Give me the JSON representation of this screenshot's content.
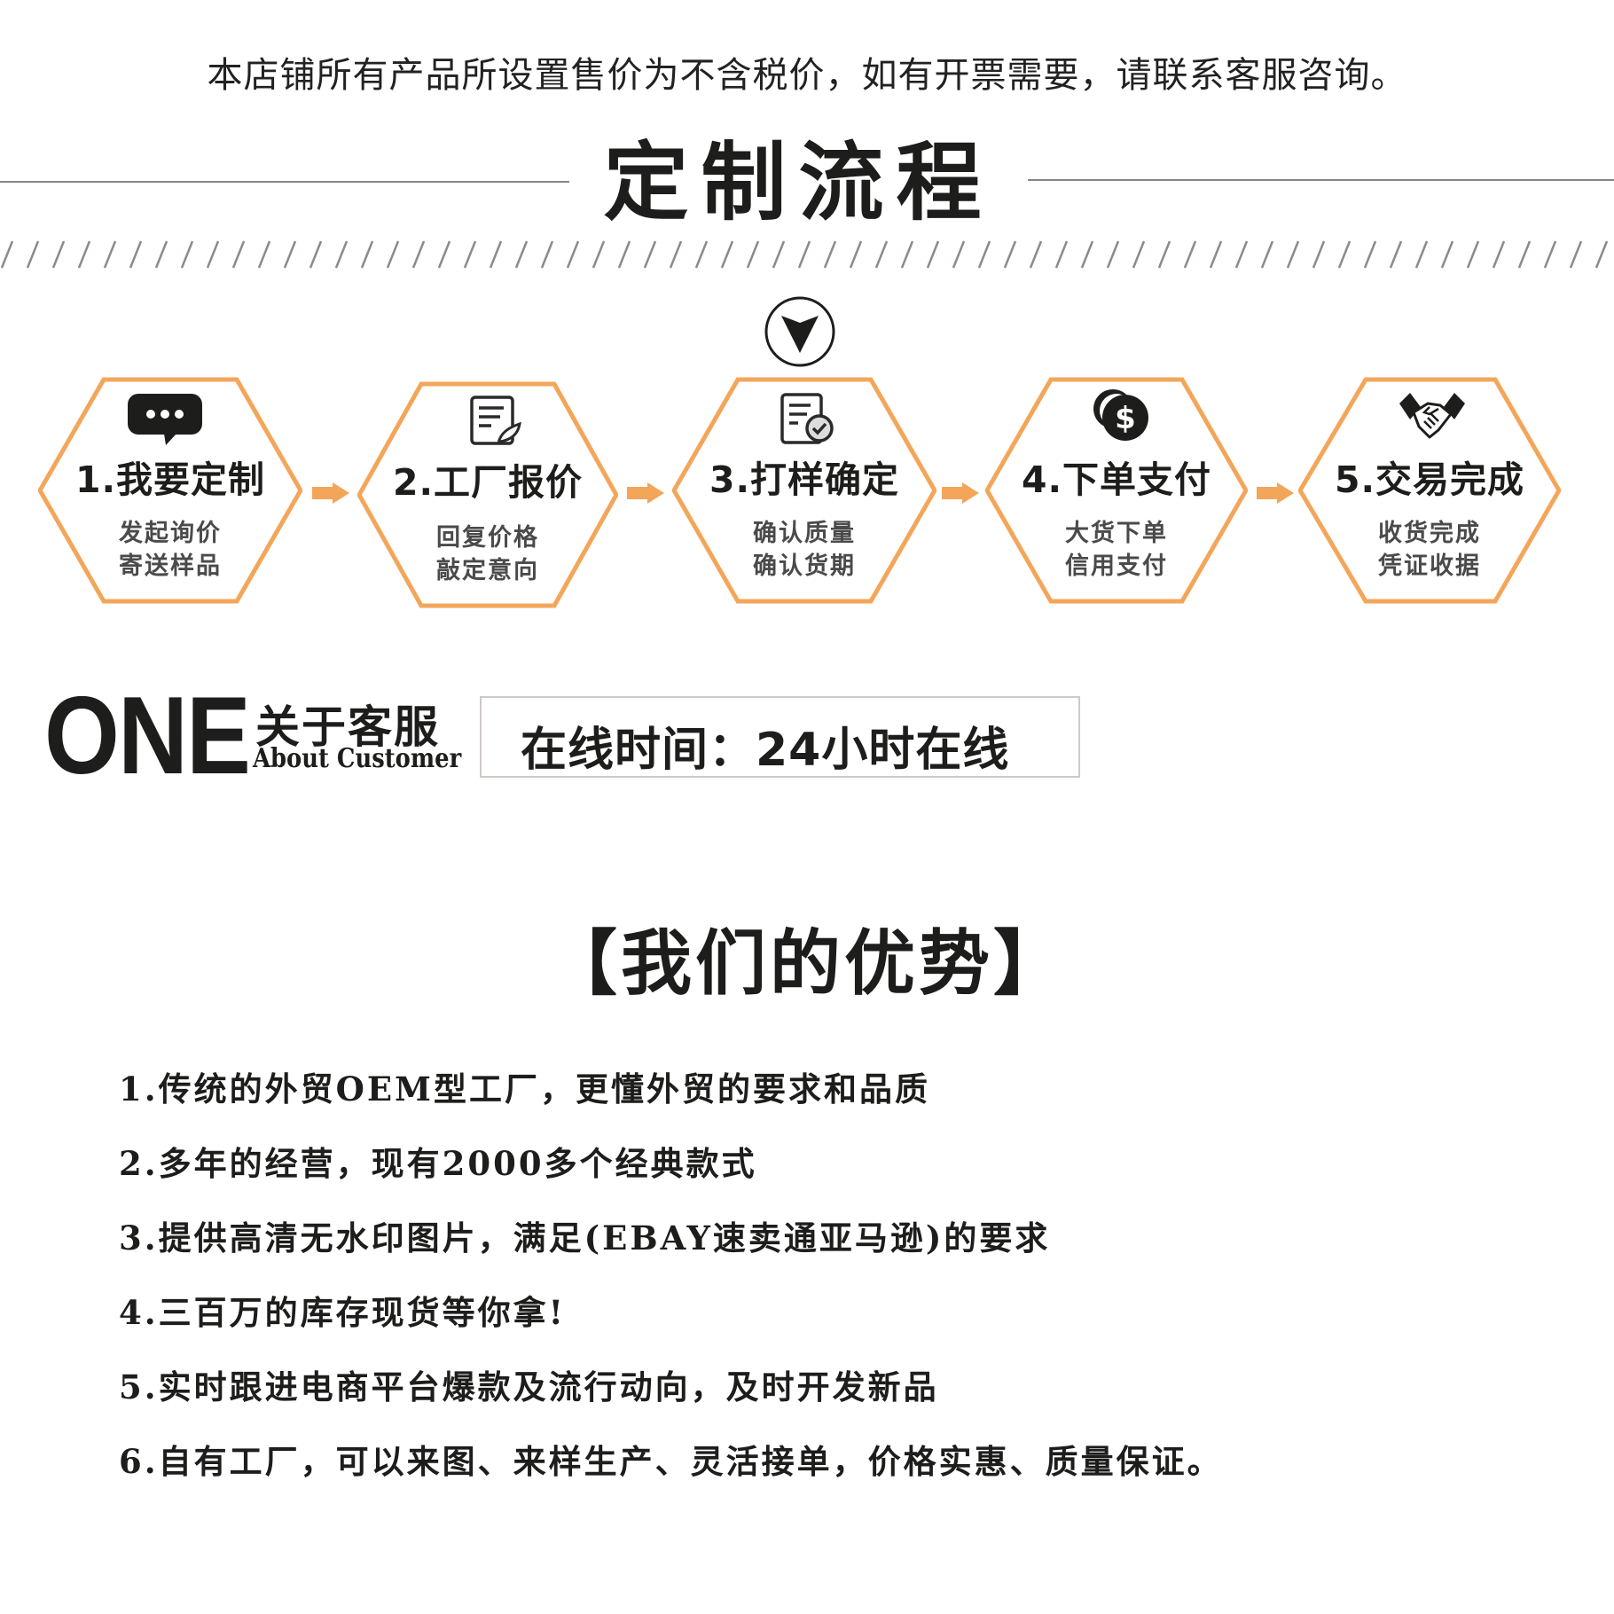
{
  "notice": "本店铺所有产品所设置售价为不含税价，如有开票需要，请联系客服咨询。",
  "process": {
    "title": "定制流程",
    "badge_icon": "down-arrow-circle-icon",
    "accent_color": "#F3A65A",
    "steps": [
      {
        "title": "1.我要定制",
        "lines": [
          "发起询价",
          "寄送样品"
        ],
        "icon": "chat-bubble-icon"
      },
      {
        "title": "2.工厂报价",
        "lines": [
          "回复价格",
          "敲定意向"
        ],
        "icon": "document-edit-icon"
      },
      {
        "title": "3.打样确定",
        "lines": [
          "确认质量",
          "确认货期"
        ],
        "icon": "document-check-icon"
      },
      {
        "title": "4.下单支付",
        "lines": [
          "大货下单",
          "信用支付"
        ],
        "icon": "dollar-coins-icon"
      },
      {
        "title": "5.交易完成",
        "lines": [
          "收货完成",
          "凭证收据"
        ],
        "icon": "handshake-icon"
      }
    ]
  },
  "customer_service": {
    "number": "ONE",
    "title_cn": "关于客服",
    "title_en": "About Customer",
    "online_hours": "在线时间：24小时在线"
  },
  "advantages": {
    "heading": "【我们的优势】",
    "items": [
      "1.传统的外贸OEM型工厂，更懂外贸的要求和品质",
      "2.多年的经营，现有2000多个经典款式",
      "3.提供高清无水印图片，满足(EBAY速卖通亚马逊)的要求",
      "4.三百万的库存现货等你拿!",
      "5.实时跟进电商平台爆款及流行动向，及时开发新品",
      "6.自有工厂，可以来图、来样生产、灵活接单，价格实惠、质量保证。"
    ]
  }
}
